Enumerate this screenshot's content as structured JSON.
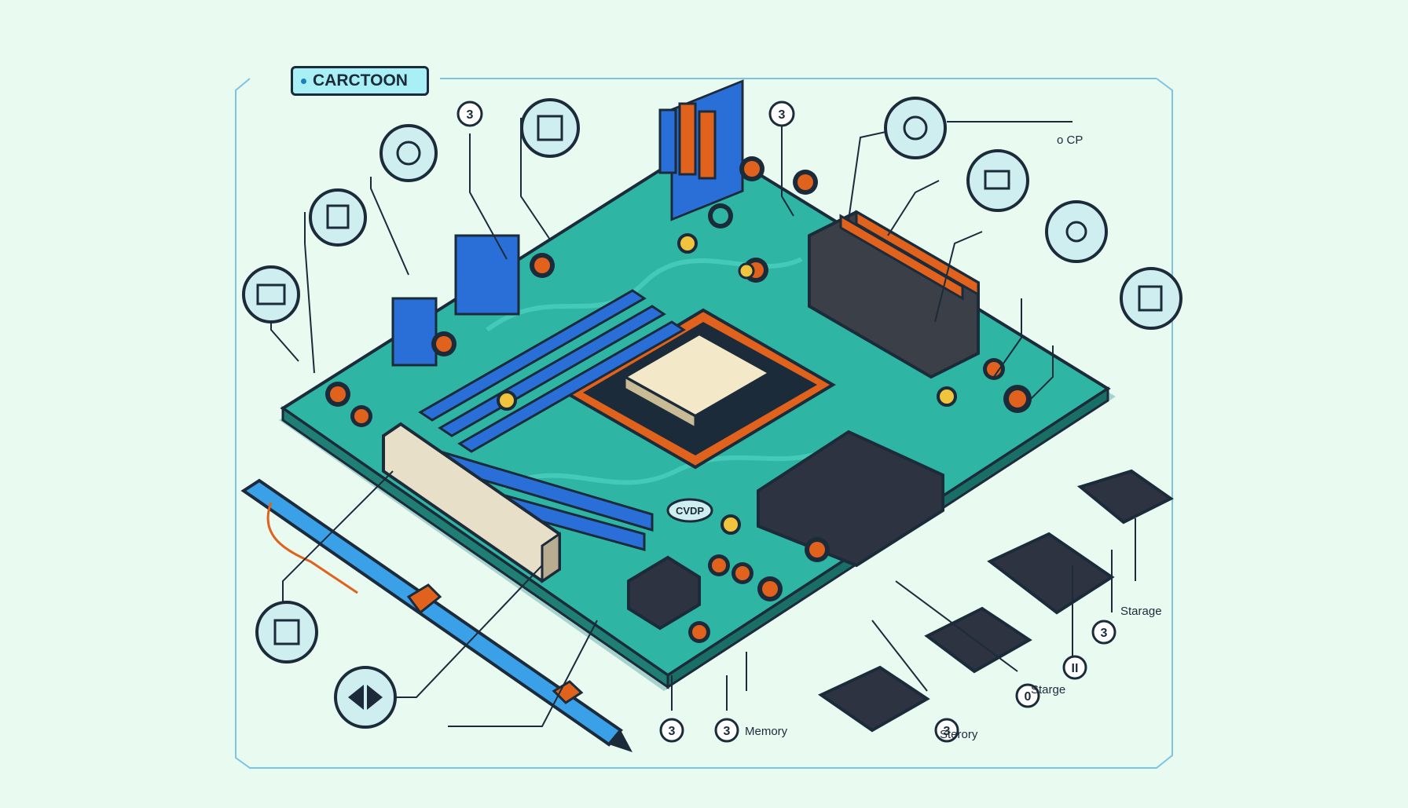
{
  "tag": {
    "label": "CARCTOON"
  },
  "chip_label": "CVDP",
  "labels": {
    "cp": "o CP",
    "memory": "Memory",
    "starage": "Starage",
    "starge": "Starge",
    "sterory": "Sterory"
  },
  "callout_numbers": [
    "3",
    "3",
    "3",
    "3",
    "3",
    "3",
    "II",
    "0"
  ],
  "colors": {
    "background": "#e9fbf1",
    "board": "#2fb5a3",
    "outline": "#1c2b3a",
    "accent_blue": "#2a6fd8",
    "accent_orange": "#e0621c",
    "frame": "#7cc4e6"
  }
}
